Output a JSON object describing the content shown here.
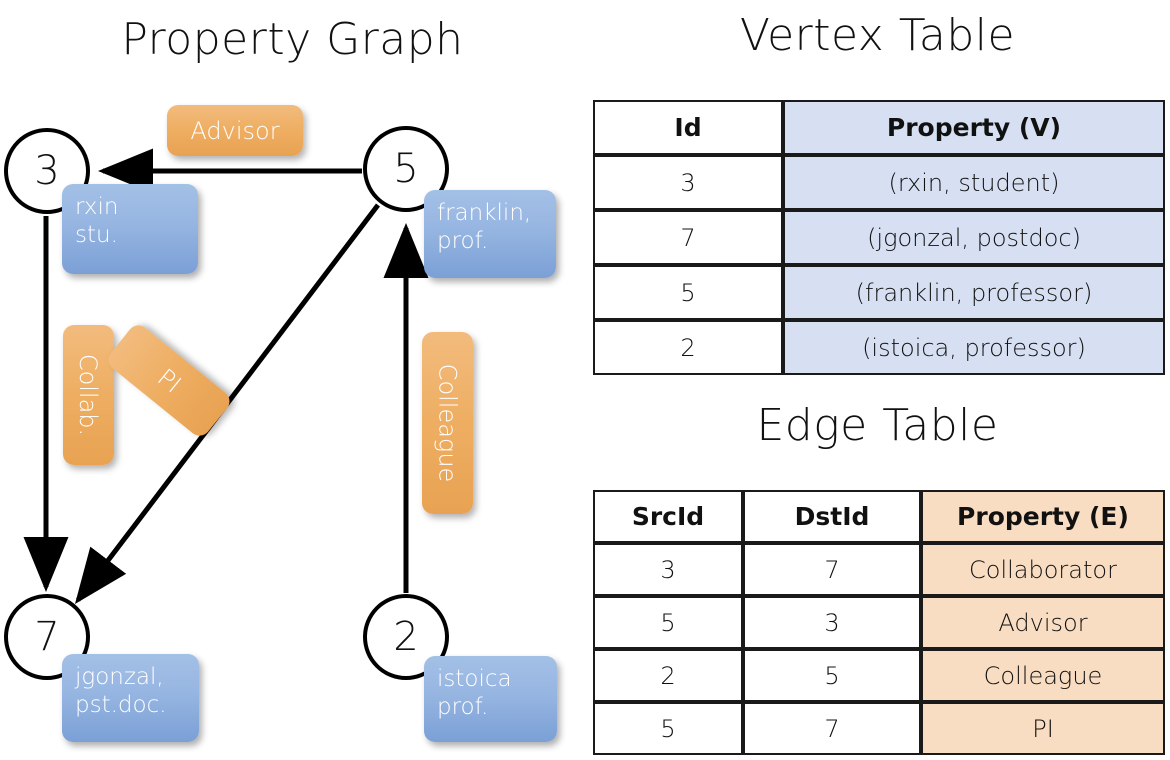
{
  "titles": {
    "property_graph": "Property Graph",
    "vertex_table": "Vertex Table",
    "edge_table": "Edge Table"
  },
  "graph": {
    "nodes": [
      {
        "id": "3",
        "name": "node-3",
        "prop_line1": "rxin",
        "prop_line2": "stu."
      },
      {
        "id": "5",
        "name": "node-5",
        "prop_line1": "franklin,",
        "prop_line2": "prof."
      },
      {
        "id": "7",
        "name": "node-7",
        "prop_line1": "jgonzal,",
        "prop_line2": "pst.doc."
      },
      {
        "id": "2",
        "name": "node-2",
        "prop_line1": "istoica",
        "prop_line2": "prof."
      }
    ],
    "edge_labels": [
      {
        "text": "Advisor",
        "orientation": "horizontal"
      },
      {
        "text": "Collab.",
        "orientation": "vertical"
      },
      {
        "text": "PI",
        "orientation": "diagonal"
      },
      {
        "text": "Colleague",
        "orientation": "vertical"
      }
    ],
    "edges": [
      {
        "src": "5",
        "dst": "3",
        "label": "Advisor"
      },
      {
        "src": "3",
        "dst": "7",
        "label": "Collab."
      },
      {
        "src": "5",
        "dst": "7",
        "label": "PI"
      },
      {
        "src": "2",
        "dst": "5",
        "label": "Colleague"
      }
    ]
  },
  "vertex_table": {
    "headers": [
      "Id",
      "Property (V)"
    ],
    "rows": [
      {
        "id": "3",
        "property": "(rxin, student)"
      },
      {
        "id": "7",
        "property": "(jgonzal, postdoc)"
      },
      {
        "id": "5",
        "property": "(franklin, professor)"
      },
      {
        "id": "2",
        "property": "(istoica, professor)"
      }
    ]
  },
  "edge_table": {
    "headers": [
      "SrcId",
      "DstId",
      "Property (E)"
    ],
    "rows": [
      {
        "src": "3",
        "dst": "7",
        "property": "Collaborator"
      },
      {
        "src": "5",
        "dst": "3",
        "property": "Advisor"
      },
      {
        "src": "2",
        "dst": "5",
        "property": "Colleague"
      },
      {
        "src": "5",
        "dst": "7",
        "property": "PI"
      }
    ]
  },
  "colors": {
    "vertex_property_fill": "#d6e0f2",
    "edge_property_fill": "#f8ddc2",
    "node_box_blue": "#96b5e1",
    "edge_label_orange": "#eeae62",
    "stroke": "#000000"
  }
}
